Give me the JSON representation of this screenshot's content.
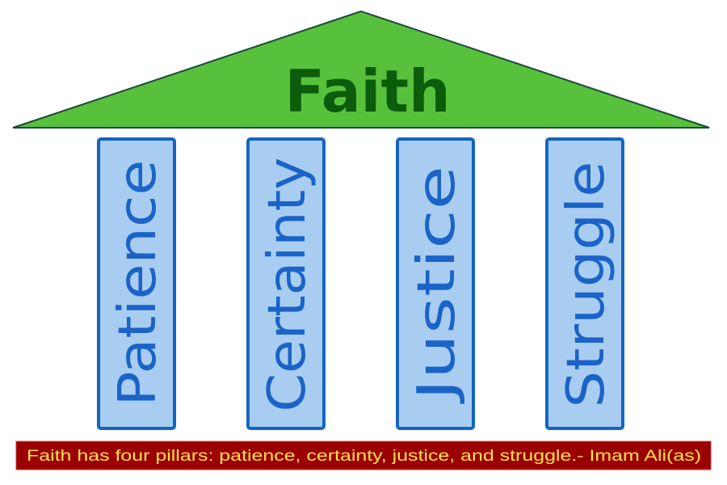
{
  "roof": {
    "title": "Faith"
  },
  "pillars": [
    {
      "label": "Patience"
    },
    {
      "label": "Certainty"
    },
    {
      "label": "Justice"
    },
    {
      "label": "Struggle"
    }
  ],
  "banner": {
    "text": "Faith has four pillars: patience, certainty, justice, and struggle.- Imam Ali(as)"
  },
  "colors": {
    "roof": "#58c13c",
    "pillar_fill": "#a9cdf0",
    "pillar_border": "#1565c0",
    "banner_bg": "#9b0000",
    "banner_text": "#ffe14a"
  }
}
